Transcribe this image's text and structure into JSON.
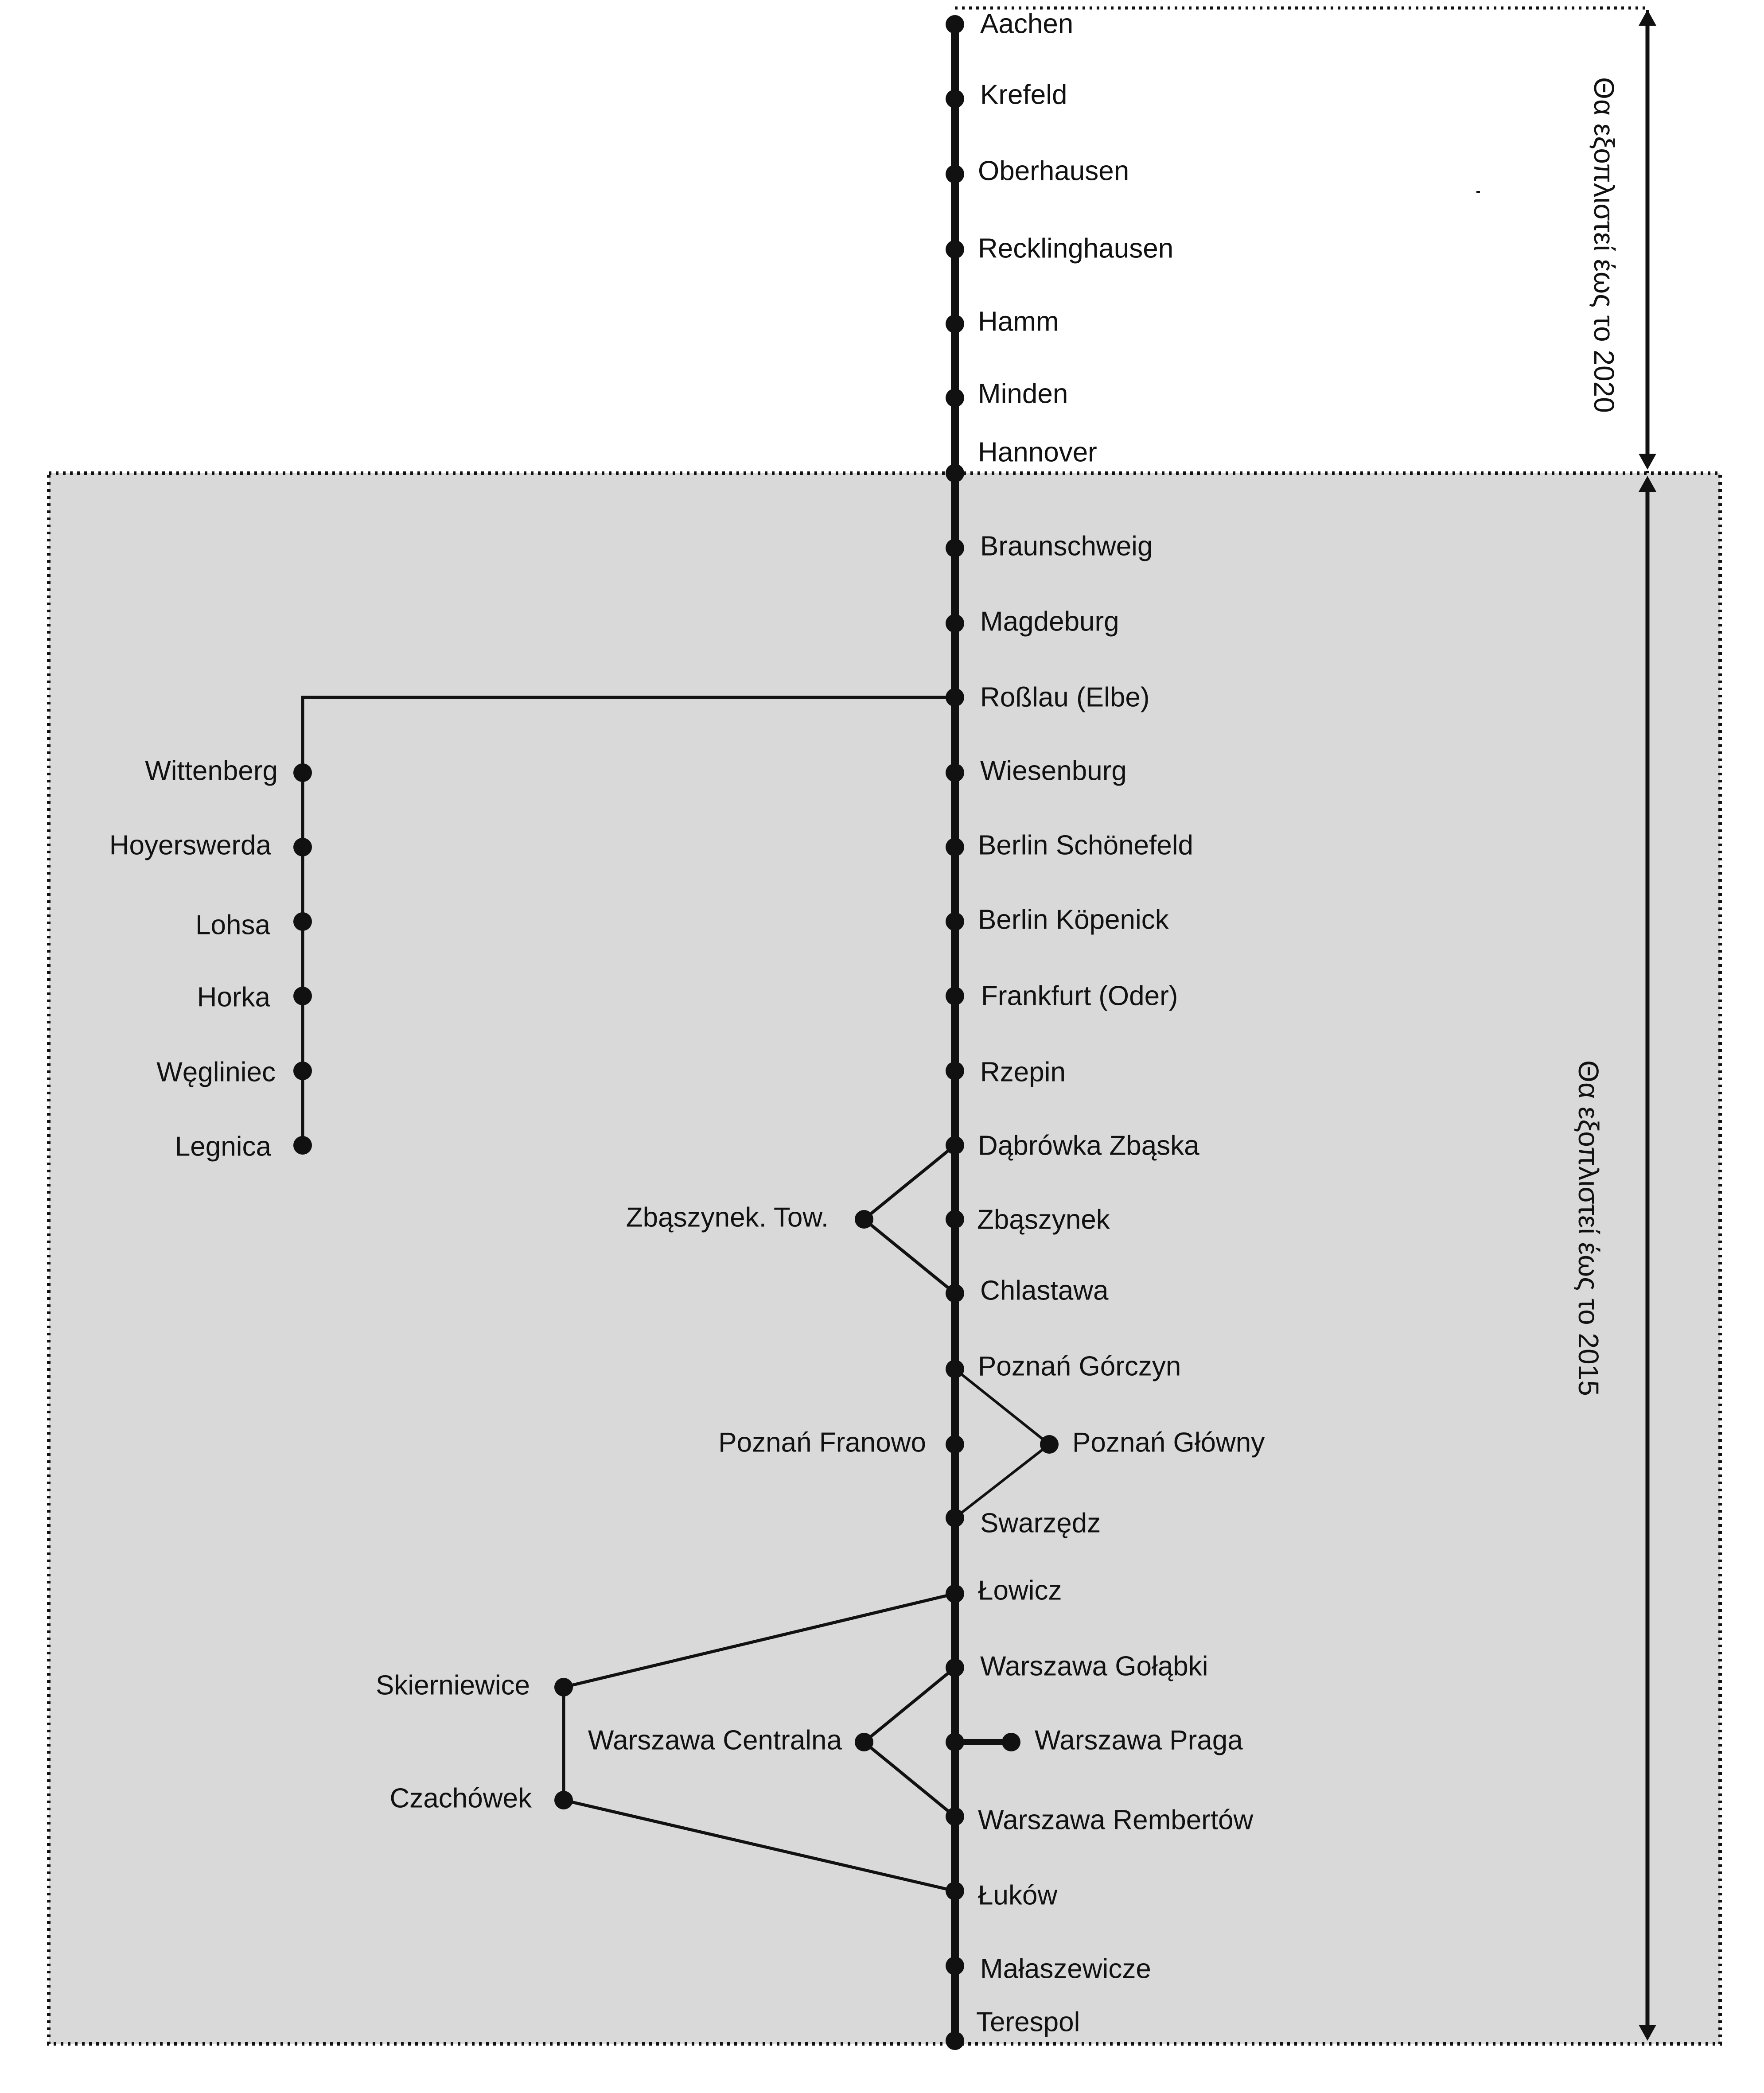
{
  "colors": {
    "background": "#ffffff",
    "shaded_region": "#d9d9d9",
    "line": "#111111",
    "node": "#111111",
    "text": "#111111"
  },
  "main_line": [
    "Aachen",
    "Krefeld",
    "Oberhausen",
    "Recklinghausen",
    "Hamm",
    "Minden",
    "Hannover",
    "Braunschweig",
    "Magdeburg",
    "Roßlau (Elbe)",
    "Wiesenburg",
    "Berlin Schönefeld",
    "Berlin Köpenick",
    "Frankfurt (Oder)",
    "Rzepin",
    "Dąbrówka Zbąska",
    "Zbąszynek",
    "Chlastawa",
    "Poznań Górczyn",
    "Poznań Franowo",
    "Swarzędz",
    "Łowicz",
    "Warszawa Gołąbki",
    "Warszawa Praga",
    "Warszawa Rembertów",
    "Łuków",
    "Małaszewicze",
    "Terespol"
  ],
  "branch_west": [
    "Wittenberg",
    "Hoyerswerda",
    "Lohsa",
    "Horka",
    "Węgliniec",
    "Legnica"
  ],
  "bypass_stations": {
    "zbaszynek_tow": "Zbąszynek. Tow.",
    "poznan_glowny": "Poznań Główny",
    "warszawa_centralna": "Warszawa Centralna",
    "skierniewice": "Skierniewice",
    "czachowek": "Czachówek"
  },
  "phases": {
    "upper": "Θα εξοπλιστεί έως το 2020",
    "lower": "Θα εξοπλιστεί έως το 2015"
  }
}
